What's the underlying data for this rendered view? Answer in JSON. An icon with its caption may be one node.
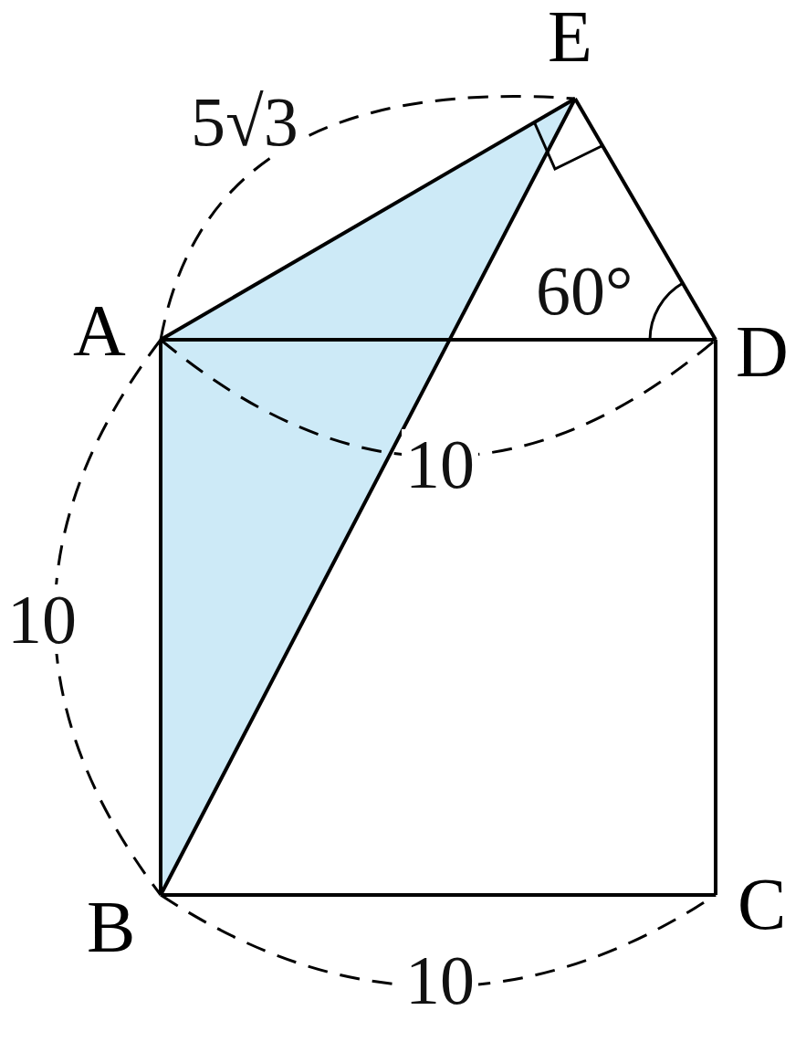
{
  "diagram": {
    "nodes": [
      {
        "text": [
          "A"
        ]
      },
      {
        "text": [
          "B"
        ]
      },
      {
        "text": [
          "C"
        ]
      },
      {
        "text": [
          "D"
        ]
      },
      {
        "text": [
          "E"
        ]
      }
    ],
    "edges": [
      {
        "from": 0,
        "to": 1,
        "arrow": "none"
      },
      {
        "from": 1,
        "to": 2,
        "arrow": "none"
      },
      {
        "from": 2,
        "to": 3,
        "arrow": "none"
      },
      {
        "from": 3,
        "to": 0,
        "arrow": "none"
      },
      {
        "from": 0,
        "to": 4,
        "arrow": "none"
      },
      {
        "from": 4,
        "to": 3,
        "arrow": "none"
      },
      {
        "from": 4,
        "to": 1,
        "arrow": "none"
      }
    ],
    "labels": [
      "5√3",
      "10",
      "10",
      "10",
      "60°"
    ]
  }
}
